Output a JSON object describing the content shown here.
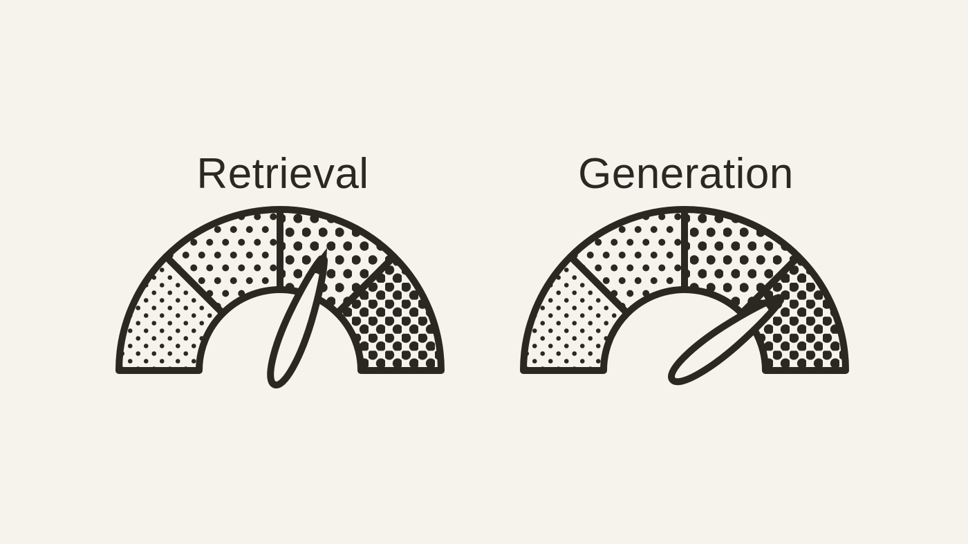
{
  "illustration": {
    "description": "Two semicircular dial gauges with halftone dot segments and leaf-shaped needles",
    "colors": {
      "background": "#f5f3ec",
      "ink": "#2a2821"
    },
    "gauges": [
      {
        "title": "Retrieval",
        "needle_angle_deg": 69,
        "needle_points_to_segment": 3,
        "segment_count": 4,
        "segment_dot_levels": [
          "small-sparse",
          "medium",
          "large",
          "large-dense"
        ]
      },
      {
        "title": "Generation",
        "needle_angle_deg": 37,
        "needle_points_to_segment": 4,
        "segment_count": 4,
        "segment_dot_levels": [
          "small-sparse",
          "medium",
          "large",
          "large-dense"
        ]
      }
    ]
  }
}
